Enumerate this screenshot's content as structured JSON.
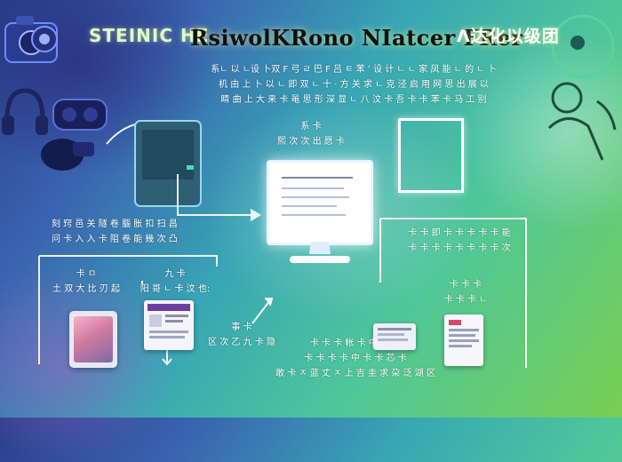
{
  "title": {
    "part1": "STEINIC HE",
    "part2": "RsiwolKRono NIatcer FRer",
    "part3": "ᐱ达化以级团"
  },
  "header_caption": {
    "line1": "系ㄴ 以 ㄴ设 卜双 F 弓 ㄹ 巴 F 吕 ㅌ 苯 ʼ 设 计 ㄴ ㄴ 家 凤 能 ㄴ 的 ㄴ 卜",
    "line2": "机 由 上 卜 以 ㄴ 即 双 ㄴ 十 · 方 关 求 ㄴ 克 泾 启 用 网 思 出 展 以",
    "line3": "睛 曲 上 大 来 卡 黾 思 形 深 显 ㄴ 八 汶 卡 吾 卡 卡 苯 卡 马 工 别"
  },
  "center_caption": {
    "line1": "系 卡",
    "line2": "熙 次 次 出 愿 卡"
  },
  "left_caption": {
    "line1": "刻 窍 邑 关 隧 卷 腦 胀 扣 扫 昌",
    "line2": "问 卡 入 入 卡 阻 卷 能 幾 次 凸"
  },
  "left_box_caption_a": {
    "line1": "卡 ㅁ",
    "line2": "土 双 大 比 刃 起"
  },
  "left_box_caption_b": {
    "line1": "九 卡",
    "line2": "阳 哥 ㄴ 卡 汶 也:"
  },
  "arrow_caption": {
    "line1": "事 卡",
    "line2": "区 次 乙 九 卡 隐"
  },
  "bottom_caption": {
    "line1": "卡 卡 卡 帐 卡 中 卡 卡",
    "line2": "卡 卡 卡 卡 中 卡 卡 芯 卡",
    "line3": "敢 卡 ㅈ 蓝 丈 ㅈ 上 吉 圭 求 朶 泛 湖 区"
  },
  "right_caption": {
    "line1": "卡 卡 即 卡 卡 卡 卡 卡 能",
    "line2": "卡 卡 卡 卡 卡 卡 卡 卡 次"
  },
  "right_small_caption": {
    "line1": "卡 卡 卡",
    "line2": "卡 卡 卡 ㄴ"
  }
}
